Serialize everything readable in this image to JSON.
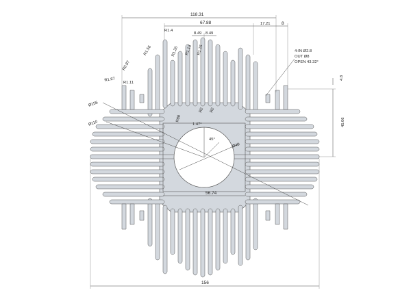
{
  "dimensions": {
    "overall_top": "118.31",
    "fin_span_top": "67.88",
    "gap_left": "8.49",
    "gap_right": "8.49",
    "right_offset": "17.21",
    "edge_offset": "8",
    "radius_a": "R1.4",
    "radius_b": "R1.56",
    "radius_c": "R0.87",
    "radius_d": "R1.67",
    "radius_e": "R1.11",
    "radius_f": "R1.26",
    "radius_g": "R1.13",
    "radius_h": "R1.15",
    "radius_i": "R88",
    "radius_j": "R2",
    "radius_k": "R2",
    "diameter_outer": "Ø156",
    "diameter_mid": "Ø110",
    "diameter_hub": "Ø40",
    "angle_hub": "45°",
    "angle_fin": "1.47°",
    "hub_width": "56.74",
    "bottom_overall": "156",
    "right_height": "45.06",
    "right_small": "4.8"
  },
  "note": {
    "line1": "4-IN Ø2.8",
    "line2": "OUT Ø8",
    "line3": "OPEN 43.32°"
  }
}
